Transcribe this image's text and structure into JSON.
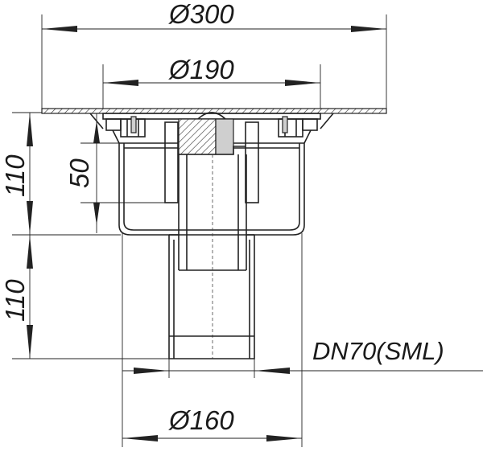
{
  "dimensions": {
    "top_diameter": "Ø300",
    "flange_diameter": "Ø190",
    "body_diameter": "Ø160",
    "upper_height": "110",
    "lower_height": "110",
    "inner_height": "50"
  },
  "outlet_label": "DN70(SML)"
}
